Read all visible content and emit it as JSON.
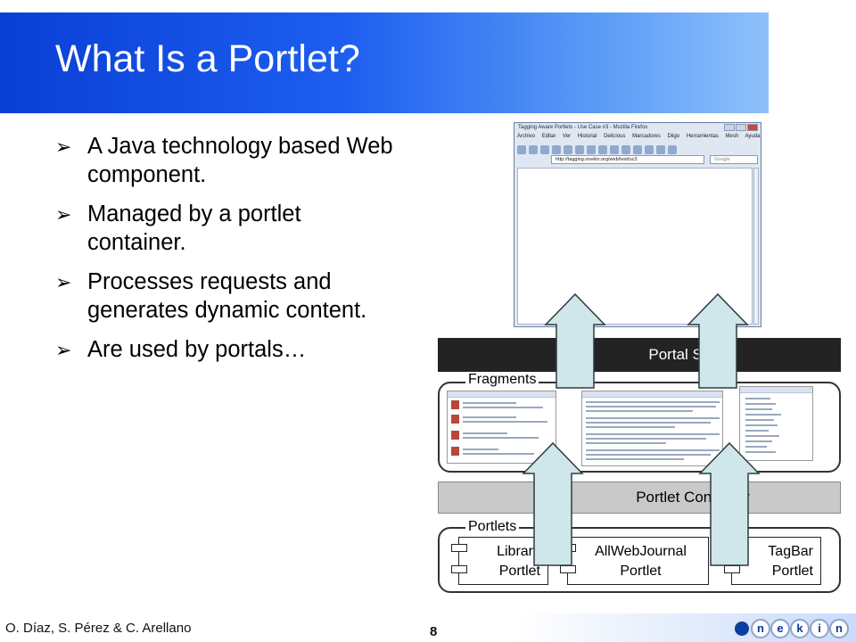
{
  "slide": {
    "title": "What Is a Portlet?",
    "bullets": [
      "A Java technology based Web component.",
      "Managed by a portlet container.",
      "Processes requests and generates dynamic content.",
      "Are used by portals…"
    ],
    "bullet_marker": "➢",
    "footer_authors": "O. Díaz, S. Pérez & C. Arellano",
    "page_number": "8",
    "logo_letters": [
      "o",
      "n",
      "e",
      "k",
      "i",
      "n"
    ]
  },
  "browser": {
    "title": "Tagging Aware Portlets - Use Case #3 - Mozilla Firefox",
    "menu": [
      "Archivo",
      "Editar",
      "Ver",
      "Historial",
      "Delicious",
      "Marcadores",
      "Diigo",
      "Herramientas",
      "Mesh",
      "Ayuda"
    ],
    "url": "http://tagging.onekin.org/web/test/uc3",
    "search_placeholder": "Google"
  },
  "diagram": {
    "portal_server": "Portal Server",
    "fragments_label": "Fragments",
    "portlet_container": "Portlet Container",
    "portlets_label": "Portlets",
    "portlets": [
      {
        "name": "Library",
        "suffix": "Portlet"
      },
      {
        "name": "AllWebJournal",
        "suffix": "Portlet"
      },
      {
        "name": "TagBar",
        "suffix": "Portlet"
      }
    ]
  },
  "colors": {
    "title_bar": "#1d5ef0",
    "arrow_fill": "#cfe6ea",
    "portal_bar": "#232323",
    "container_bar": "#c9c9c9"
  }
}
